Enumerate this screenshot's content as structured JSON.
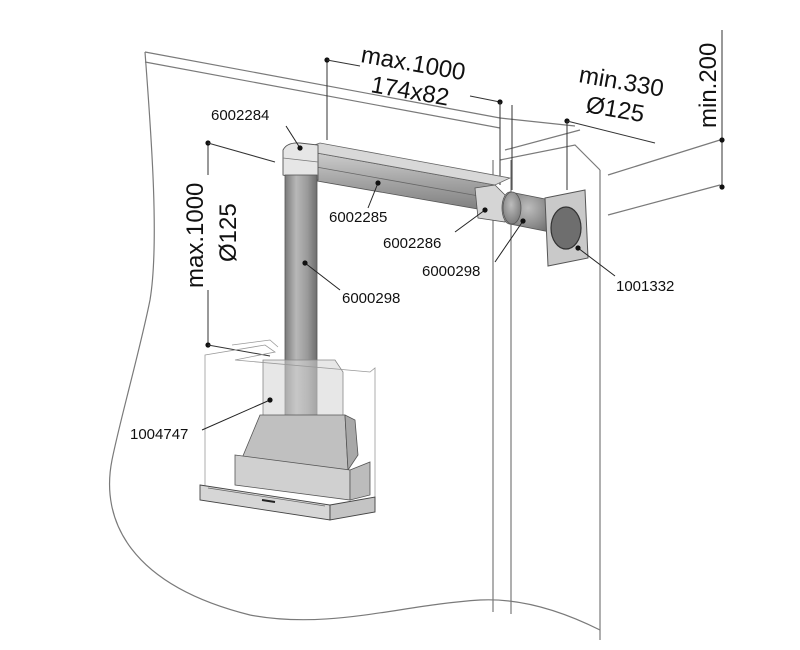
{
  "diagram": {
    "title": "Cooker hood ducting installation",
    "dimensions": {
      "horizontal_length": "max.1000",
      "horizontal_section": "174x82",
      "outlet_length": "min.330",
      "outlet_diameter": "Ø125",
      "ceiling_gap": "min.200",
      "vertical_length": "max.1000",
      "vertical_diameter": "Ø125"
    },
    "parts": [
      {
        "id": "6002284",
        "description": "corner elbow"
      },
      {
        "id": "6002285",
        "description": "rectangular duct 174x82"
      },
      {
        "id": "6002286",
        "description": "rect-to-round adapter"
      },
      {
        "id": "6000298",
        "description": "round duct Ø125 (wall outlet)"
      },
      {
        "id": "6000298",
        "description": "round duct Ø125 (vertical)"
      },
      {
        "id": "1001332",
        "description": "wall grille"
      },
      {
        "id": "1004747",
        "description": "chimney cover"
      }
    ],
    "colors": {
      "duct_dark": "#8c8c8c",
      "duct_light": "#c8c8c8",
      "line": "#6a6a6a",
      "text": "#111111"
    }
  }
}
